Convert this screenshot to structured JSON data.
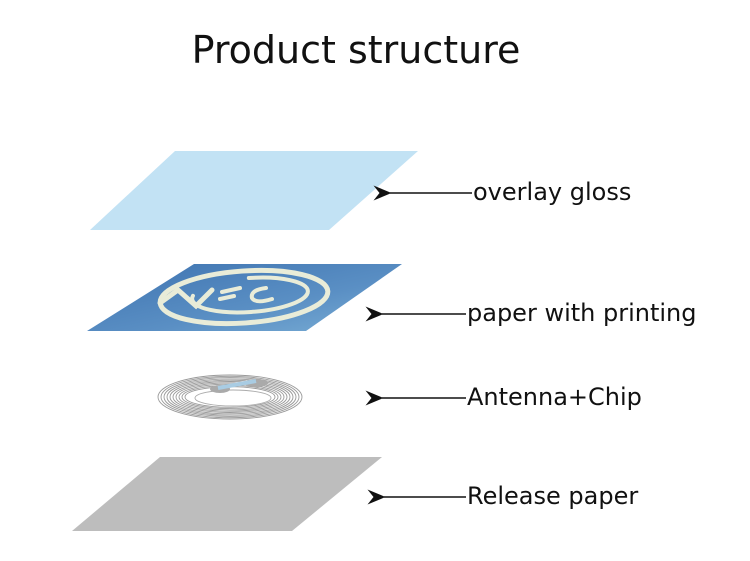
{
  "title": "Product structure",
  "layers": [
    {
      "id": "overlay",
      "label": "overlay gloss",
      "color": "#c2e2f4"
    },
    {
      "id": "printing",
      "label": "paper with printing",
      "color": "#4f86bd",
      "print_text": "NFC",
      "print_color": "#e9ecd8"
    },
    {
      "id": "antenna",
      "label": "Antenna+Chip",
      "color": "#9a9a9a",
      "chip_color": "#a9cce3"
    },
    {
      "id": "release",
      "label": "Release paper",
      "color": "#bdbdbd"
    }
  ]
}
